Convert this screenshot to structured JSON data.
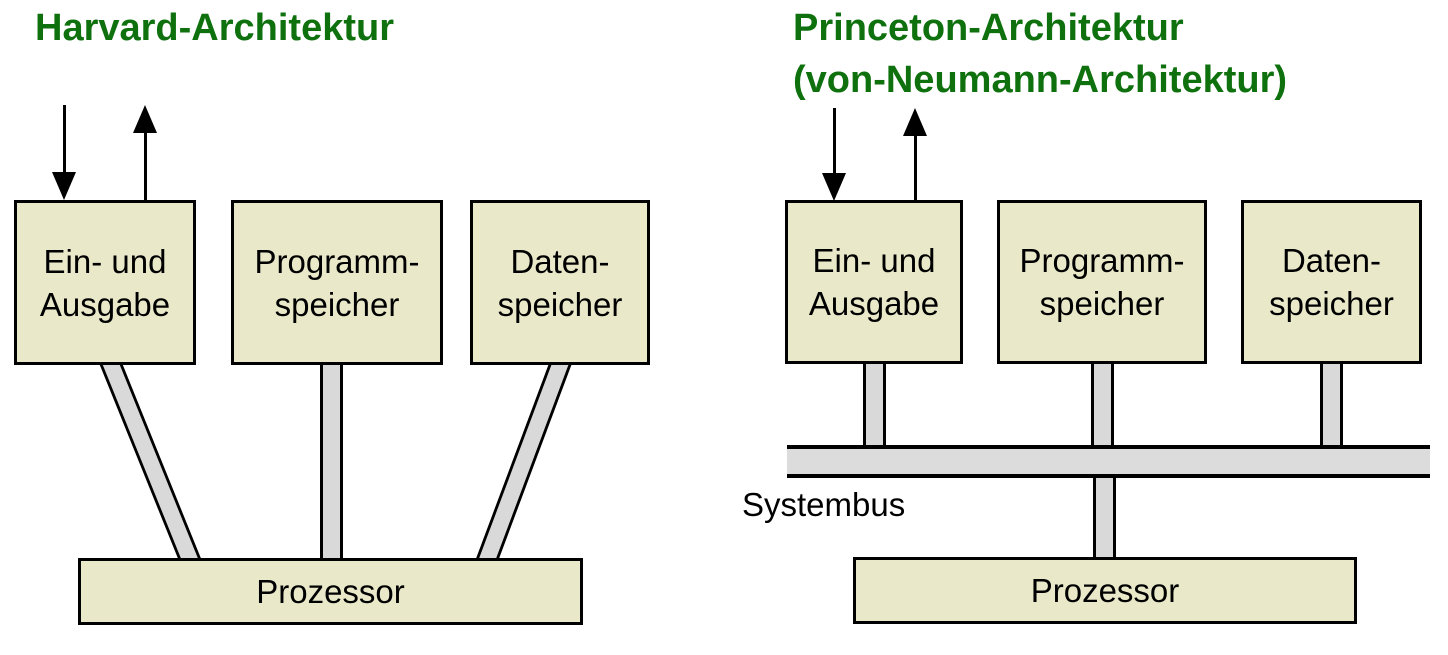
{
  "colors": {
    "title_green": "#0e710e",
    "box_fill": "#e9e9ca",
    "connector_fill": "#d9d9d9",
    "bus_fill": "#dcdcdc",
    "line_black": "#000000"
  },
  "harvard": {
    "title": "Harvard-Architektur",
    "io_box": "Ein- und\nAusgabe",
    "program_box": "Programm-\nspeicher",
    "data_box": "Daten-\nspeicher",
    "processor": "Prozessor"
  },
  "princeton": {
    "title_line1": "Princeton-Architektur",
    "title_line2": "(von-Neumann-Architektur)",
    "io_box": "Ein- und\nAusgabe",
    "program_box": "Programm-\nspeicher",
    "data_box": "Daten-\nspeicher",
    "bus_label": "Systembus",
    "processor": "Prozessor"
  }
}
